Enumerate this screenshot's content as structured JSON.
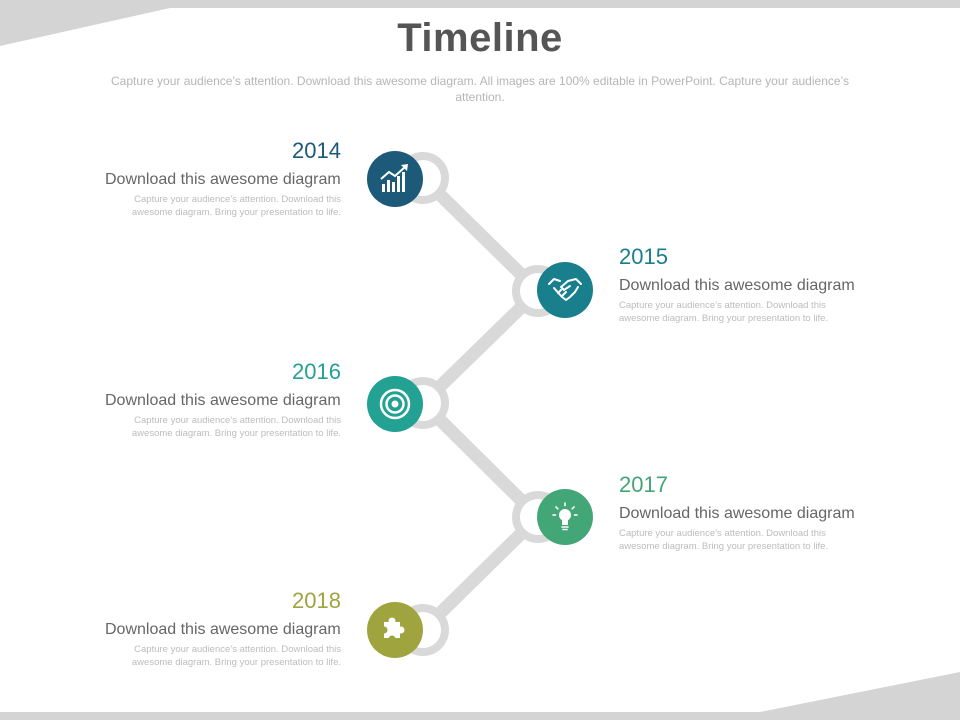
{
  "title": "Timeline",
  "subtitle": "Capture your audience’s attention. Download this awesome diagram. All images are 100% editable in PowerPoint. Capture your audience’s attention.",
  "milestones": [
    {
      "year": "2014",
      "heading": "Download this awesome diagram",
      "body": "Capture your audience’s attention. Download this awesome diagram. Bring your presentation to life.",
      "icon": "growth-chart-icon",
      "color": "#1d5a7a",
      "side": "left"
    },
    {
      "year": "2015",
      "heading": "Download this awesome diagram",
      "body": "Capture your audience’s attention. Download this awesome diagram. Bring your presentation to life.",
      "icon": "handshake-icon",
      "color": "#1a7f8c",
      "side": "right"
    },
    {
      "year": "2016",
      "heading": "Download this awesome diagram",
      "body": "Capture your audience’s attention. Download this awesome diagram. Bring your presentation to life.",
      "icon": "target-icon",
      "color": "#23a192",
      "side": "left"
    },
    {
      "year": "2017",
      "heading": "Download this awesome diagram",
      "body": "Capture your audience’s attention. Download this awesome diagram. Bring your presentation to life.",
      "icon": "lightbulb-icon",
      "color": "#43a677",
      "side": "right"
    },
    {
      "year": "2018",
      "heading": "Download this awesome diagram",
      "body": "Capture your audience’s attention. Download this awesome diagram. Bring your presentation to life.",
      "icon": "puzzle-icon",
      "color": "#9fa43f",
      "side": "left"
    }
  ]
}
